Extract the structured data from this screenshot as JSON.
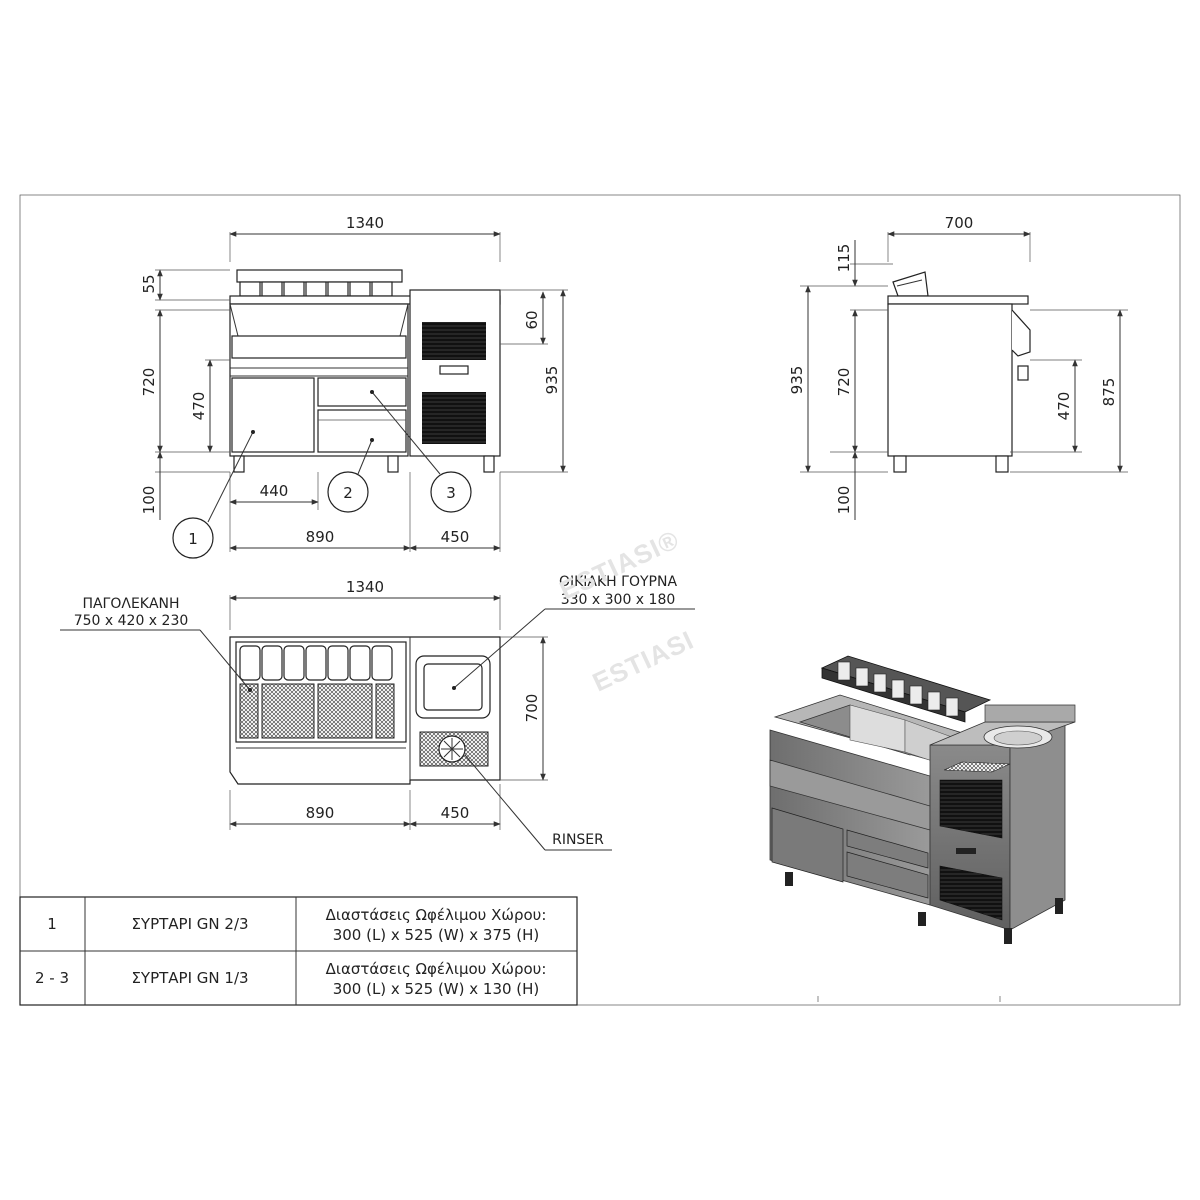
{
  "front_view": {
    "width_total": "1340",
    "height_top_rail": "55",
    "height_counter": "720",
    "height_drawer": "470",
    "height_legs": "100",
    "height_total": "935",
    "height_top_offset": "60",
    "width_drawer": "440",
    "width_left": "890",
    "width_right": "450",
    "callouts": [
      "1",
      "2",
      "3"
    ]
  },
  "side_view": {
    "depth": "700",
    "height_top": "115",
    "height_total": "935",
    "height_counter": "720",
    "height_drawer": "470",
    "height_body": "875",
    "height_legs": "100"
  },
  "top_view": {
    "width_total": "1340",
    "depth": "700",
    "width_left": "890",
    "width_right": "450",
    "ice_bin_label": "ΠΑΓΟΛΕΚΑΝΗ",
    "ice_bin_dims": "750 x 420 x 230",
    "sink_label": "ΟΙΚΙΑΚΗ ΓΟΥΡΝΑ",
    "sink_dims": "330 x 300 x 180",
    "rinser_label": "RINSER"
  },
  "watermark": [
    "ESTIASI®",
    "ESTIASI"
  ],
  "table": {
    "rows": [
      {
        "id": "1",
        "item": "ΣΥΡΤΑΡΙ GN 2/3",
        "desc_line1": "Διαστάσεις Ωφέλιμου Χώρου:",
        "desc_line2": "300 (L) x 525 (W) x 375 (H)"
      },
      {
        "id": "2 - 3",
        "item": "ΣΥΡΤΑΡΙ GN 1/3",
        "desc_line1": "Διαστάσεις Ωφέλιμου Χώρου:",
        "desc_line2": "300 (L) x 525 (W) x 130 (H)"
      }
    ]
  }
}
